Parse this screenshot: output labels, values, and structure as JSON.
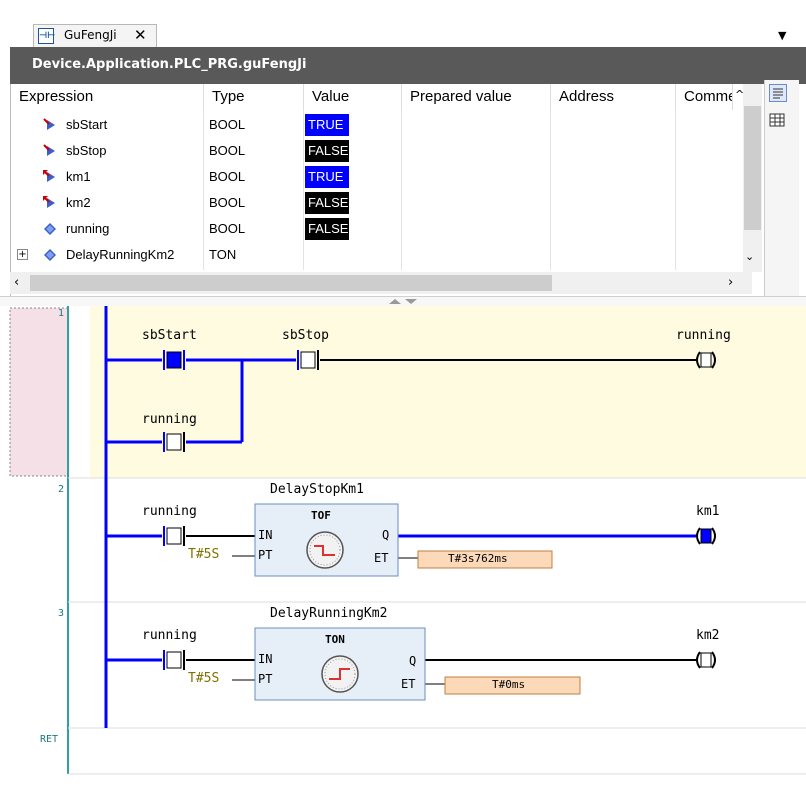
{
  "tab": {
    "title": "GuFengJi",
    "close": "✕"
  },
  "path": "Device.Application.PLC_PRG.guFengJi",
  "watch": {
    "columns": [
      "Expression",
      "Type",
      "Value",
      "Prepared value",
      "Address",
      "Comment"
    ],
    "rows": [
      {
        "expr": "sbStart",
        "type": "BOOL",
        "value": "TRUE",
        "value_bg": "#0000ff",
        "icon": "input-variable-icon"
      },
      {
        "expr": "sbStop",
        "type": "BOOL",
        "value": "FALSE",
        "value_bg": "#000000",
        "icon": "input-variable-icon"
      },
      {
        "expr": "km1",
        "type": "BOOL",
        "value": "TRUE",
        "value_bg": "#0000ff",
        "icon": "output-variable-icon"
      },
      {
        "expr": "km2",
        "type": "BOOL",
        "value": "FALSE",
        "value_bg": "#000000",
        "icon": "output-variable-icon"
      },
      {
        "expr": "running",
        "type": "BOOL",
        "value": "FALSE",
        "value_bg": "#000000",
        "icon": "local-variable-icon"
      },
      {
        "expr": "DelayRunningKm2",
        "type": "TON",
        "value": "",
        "value_bg": "",
        "icon": "local-variable-icon",
        "expandable": true
      }
    ]
  },
  "ladder": {
    "networks": [
      {
        "number": "1",
        "contacts": [
          "sbStart",
          "sbStop",
          "running"
        ],
        "coil": "running"
      },
      {
        "number": "2",
        "fb_instance": "DelayStopKm1",
        "fb_type": "TOF",
        "contact": "running",
        "pt": "T#5S",
        "et": "T#3s762ms",
        "coil": "km1",
        "in": "IN",
        "pt_pin": "PT",
        "q": "Q",
        "et_pin": "ET"
      },
      {
        "number": "3",
        "fb_instance": "DelayRunningKm2",
        "fb_type": "TON",
        "contact": "running",
        "pt": "T#5S",
        "et": "T#0ms",
        "coil": "km2",
        "in": "IN",
        "pt_pin": "PT",
        "q": "Q",
        "et_pin": "ET"
      }
    ],
    "ret": "RET"
  },
  "colors": {
    "energized": "#0000ff",
    "network1_bg": "#fffbe0",
    "selection_bg": "#f6e0e8",
    "fb_bg": "#e6eef8",
    "et_bg": "#fcd9b8"
  }
}
